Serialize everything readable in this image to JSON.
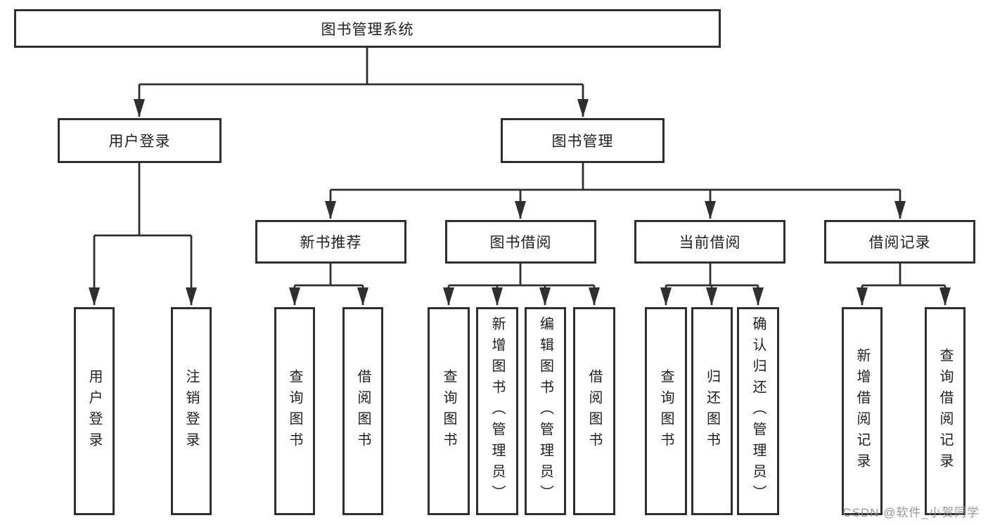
{
  "colors": {
    "line": "#2f2f2f",
    "box_border": "#2f2f2f",
    "text": "#1f1f1f",
    "watermark": "#8c8c8c",
    "background": "#ffffff"
  },
  "tree": {
    "root": {
      "label": "图书管理系统"
    },
    "branches": [
      {
        "label": "用户登录",
        "children": [
          {
            "label": "用户登录"
          },
          {
            "label": "注销登录"
          }
        ]
      },
      {
        "label": "图书管理",
        "children": [
          {
            "label": "新书推荐",
            "children": [
              {
                "label": "查询图书"
              },
              {
                "label": "借阅图书"
              }
            ]
          },
          {
            "label": "图书借阅",
            "children": [
              {
                "label": "查询图书"
              },
              {
                "label": "新增图书（管理员）"
              },
              {
                "label": "编辑图书（管理员）"
              },
              {
                "label": "借阅图书"
              }
            ]
          },
          {
            "label": "当前借阅",
            "children": [
              {
                "label": "查询图书"
              },
              {
                "label": "归还图书"
              },
              {
                "label": "确认归还（管理员）"
              }
            ]
          },
          {
            "label": "借阅记录",
            "children": [
              {
                "label": "新增借阅记录"
              },
              {
                "label": "查询借阅记录"
              }
            ]
          }
        ]
      }
    ]
  },
  "watermark": {
    "text": "CSDN @软件_小贺同学"
  }
}
